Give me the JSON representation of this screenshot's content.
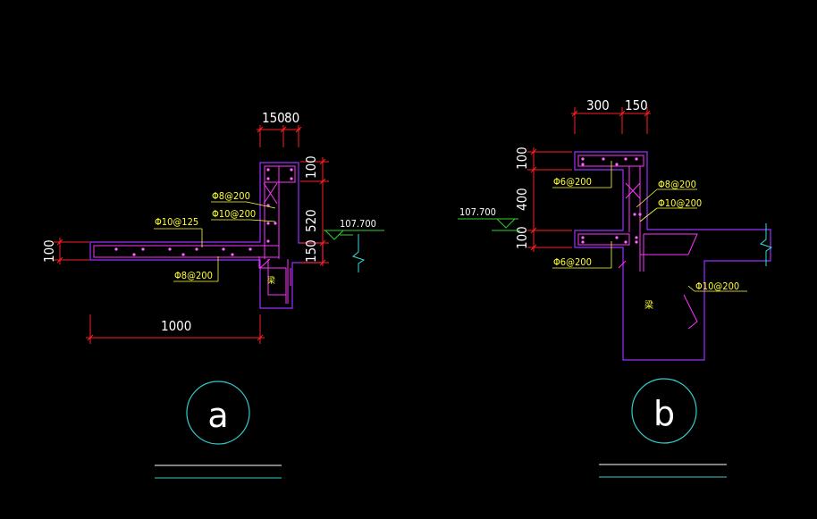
{
  "colors": {
    "background": "#000000",
    "outline": "#9b30ff",
    "rebar": "#ff33ff",
    "dimension": "#ff2020",
    "label_leader": "#ffff33",
    "grade": "#33cc33",
    "circle": "#33cccc",
    "rule": "#33cccc",
    "break_line": "#33dddd"
  },
  "detail_a": {
    "dim_top_1": "150",
    "dim_top_2": "80",
    "dim_right_top": "100",
    "dim_right_mid": "520",
    "dim_right_bottom": "150",
    "dim_left": "100",
    "dim_bottom": "1000",
    "rebar_1": "Φ8@200",
    "rebar_2": "Φ10@200",
    "rebar_3": "Φ10@125",
    "rebar_4": "Φ8@200",
    "elevation": "107.700",
    "member": "梁",
    "tag": "a"
  },
  "detail_b": {
    "dim_top_1": "300",
    "dim_top_2": "150",
    "dim_left_top": "100",
    "dim_left_mid": "400",
    "dim_left_bottom": "100",
    "rebar_1": "Φ6@200",
    "rebar_2": "Φ8@200",
    "rebar_3": "Φ10@200",
    "rebar_4": "Φ6@200",
    "rebar_5": "Φ10@200",
    "elevation": "107.700",
    "member": "梁",
    "tag": "b"
  }
}
